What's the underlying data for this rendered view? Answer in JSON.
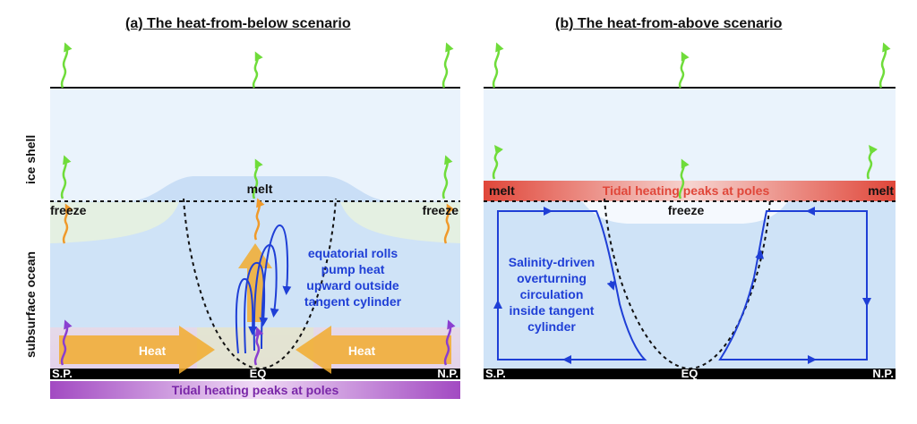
{
  "panel_a": {
    "title": "(a) The heat-from-below scenario",
    "side_labels": {
      "ice": "ice shell",
      "ocean": "subsurface ocean"
    },
    "melt": "melt",
    "freeze_left": "freeze",
    "freeze_right": "freeze",
    "rolls_text": [
      "equatorial rolls",
      "pump heat",
      "upward outside",
      "tangent cylinder"
    ],
    "heat_left": "Heat",
    "heat_right": "Heat",
    "sp": "S.P.",
    "eq": "EQ",
    "np": "N.P.",
    "tidal": "Tidal heating peaks at poles"
  },
  "panel_b": {
    "title": "(b) The heat-from-above scenario",
    "melt_left": "melt",
    "melt_right": "melt",
    "tidal": "Tidal heating peaks at poles",
    "freeze": "freeze",
    "salinity_text": [
      "Salinity-driven",
      "overturning",
      "circulation",
      "inside tangent",
      "cylinder"
    ],
    "sp": "S.P.",
    "eq": "EQ",
    "np": "N.P."
  },
  "colors": {
    "ocean": "#cfe3f7",
    "ice": "#eaf3fc",
    "flow_blue": "#1f3fd6",
    "heat_orange": "#f2ac2e",
    "tidal_purple": "#a24ac2",
    "tidal_red": "#e0473a",
    "wave_green": "#6fdc3a"
  }
}
